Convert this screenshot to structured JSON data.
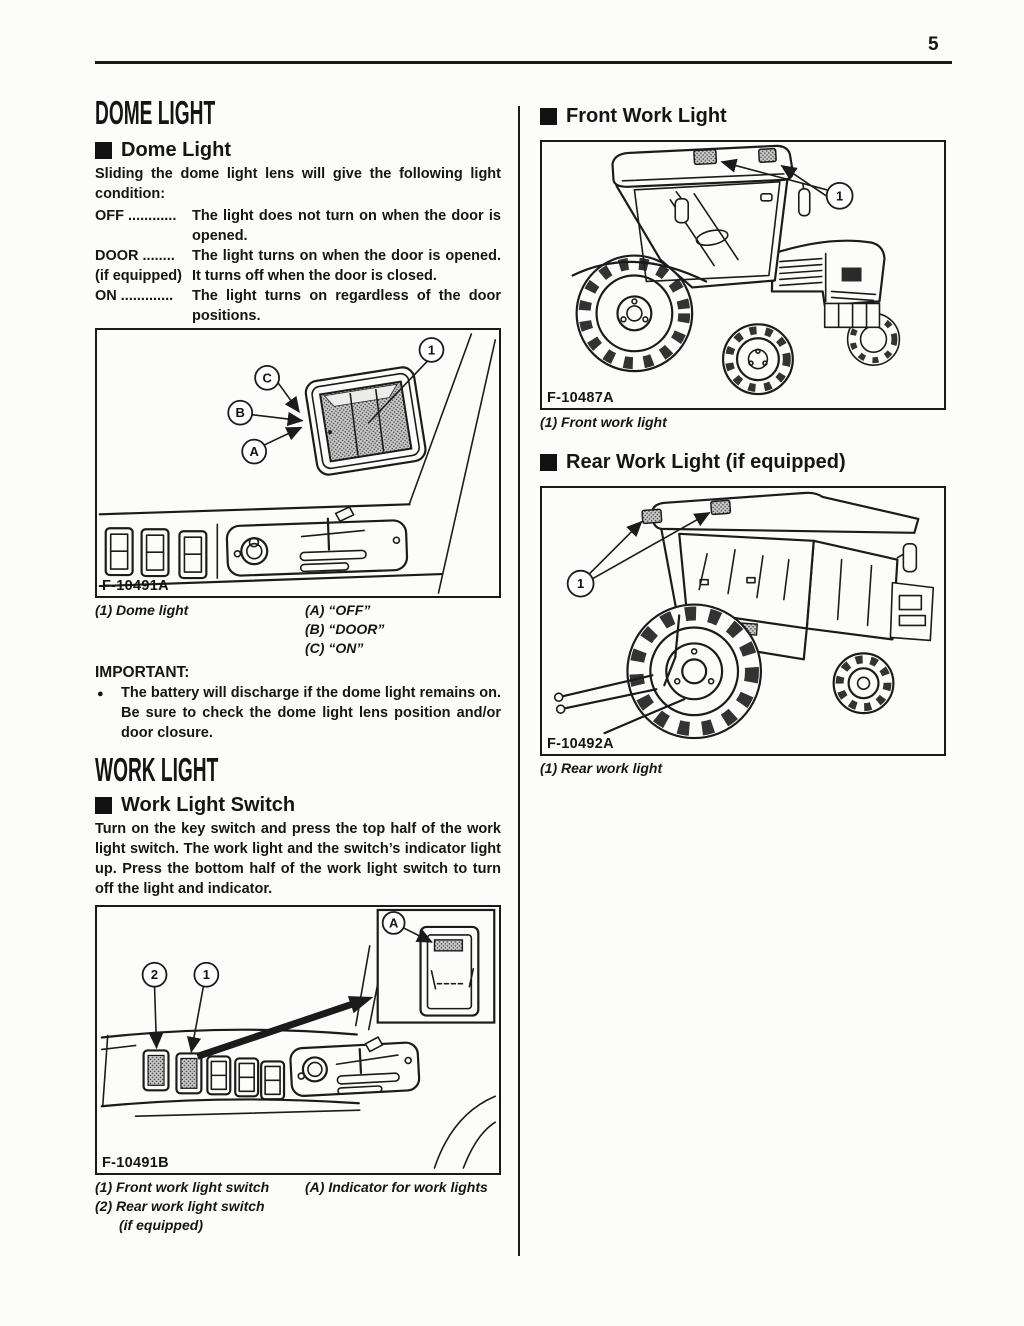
{
  "page": {
    "number": "5"
  },
  "dome": {
    "section_title": "DOME LIGHT",
    "heading": "Dome Light",
    "intro": "Sliding the dome light lens will give the following light condition:",
    "defs": [
      {
        "term": "OFF ............",
        "text": "The light does not turn on when the door is opened."
      },
      {
        "term": "DOOR ........\n(if equipped)",
        "text": "The light turns on when the door is opened.  It turns off when the door is closed."
      },
      {
        "term": "ON .............",
        "text": "The light turns on regardless of the door positions."
      }
    ],
    "figure_id": "F-10491A",
    "callouts": {
      "one": "1",
      "a": "A",
      "b": "B",
      "c": "C"
    },
    "caption_left": "(1) Dome light",
    "captions_right": [
      "(A) “OFF”",
      "(B) “DOOR”",
      "(C) “ON”"
    ]
  },
  "important": {
    "heading": "IMPORTANT:",
    "bullet": "●",
    "text": "The battery will discharge if the dome light remains on. Be sure to check the dome light lens position and/or door closure."
  },
  "work": {
    "section_title": "WORK LIGHT",
    "heading": "Work Light Switch",
    "body": "Turn on the key switch and press the top half of the work light switch. The work light and the switch’s indicator light up. Press the bottom half of the work light switch to turn off the light and indicator.",
    "figure_id": "F-10491B",
    "callouts": {
      "one": "1",
      "two": "2",
      "a": "A"
    },
    "captions_left": [
      "(1) Front work light switch",
      "(2) Rear work light switch",
      "(if equipped)"
    ],
    "caption_right": "(A) Indicator for work lights"
  },
  "front_light": {
    "heading": "Front Work Light",
    "figure_id": "F-10487A",
    "callout_one": "1",
    "caption": "(1) Front work light"
  },
  "rear_light": {
    "heading": "Rear Work Light (if equipped)",
    "figure_id": "F-10492A",
    "callout_one": "1",
    "caption": "(1) Rear work light"
  }
}
